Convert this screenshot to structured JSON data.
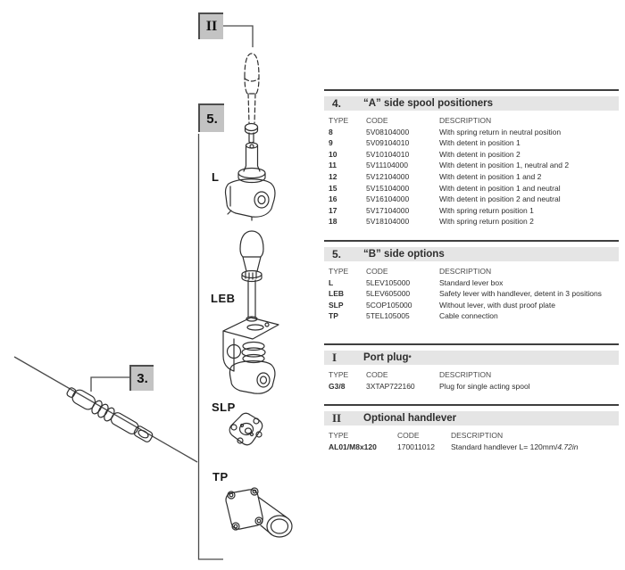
{
  "diagram": {
    "ref_tags": {
      "handlever": "II",
      "b_side": "5.",
      "cable": "3."
    },
    "part_labels": {
      "lever_box": "L",
      "safety_lever": "LEB",
      "dust_plate": "SLP",
      "cable_conn": "TP"
    }
  },
  "colors": {
    "band_bg": "#e5e5e5",
    "tag_bg": "#c3c3c3",
    "rule": "#3f3f3f"
  },
  "sections": [
    {
      "label": "4.",
      "title": "“A” side spool positioners",
      "columns": [
        "TYPE",
        "CODE",
        "DESCRIPTION"
      ],
      "rows": [
        [
          "8",
          "5V08104000",
          "With spring return in neutral position"
        ],
        [
          "9",
          "5V09104010",
          "With detent in position 1"
        ],
        [
          "10",
          "5V10104010",
          "With detent in position 2"
        ],
        [
          "11",
          "5V11104000",
          "With detent in position 1, neutral and 2"
        ],
        [
          "12",
          "5V12104000",
          "With detent in position 1 and 2"
        ],
        [
          "15",
          "5V15104000",
          "With detent in position 1 and neutral"
        ],
        [
          "16",
          "5V16104000",
          "With detent in position 2 and neutral"
        ],
        [
          "17",
          "5V17104000",
          "With spring return position 1"
        ],
        [
          "18",
          "5V18104000",
          "With spring return position 2"
        ]
      ]
    },
    {
      "label": "5.",
      "title": "“B” side options",
      "columns": [
        "TYPE",
        "CODE",
        "DESCRIPTION"
      ],
      "rows": [
        [
          "L",
          "5LEV105000",
          "Standard lever box"
        ],
        [
          "LEB",
          "5LEV605000",
          "Safety lever with handlever, detent in 3 positions"
        ],
        [
          "SLP",
          "5COP105000",
          "Without lever, with dust proof plate"
        ],
        [
          "TP",
          "5TEL105005",
          "Cable connection"
        ]
      ]
    },
    {
      "label": "I",
      "title": "Port plug",
      "note": "*",
      "columns": [
        "TYPE",
        "CODE",
        "DESCRIPTION"
      ],
      "rows": [
        [
          "G3/8",
          "3XTAP722160",
          "Plug for single acting spool"
        ]
      ]
    },
    {
      "label": "II",
      "title": "Optional handlever",
      "columns": [
        "TYPE",
        "CODE",
        "DESCRIPTION"
      ],
      "row": {
        "type": "AL01/M8x120",
        "code": "170011012",
        "desc": "Standard handlever  L= 120mm/",
        "desc_italic": "4.72in"
      }
    }
  ]
}
